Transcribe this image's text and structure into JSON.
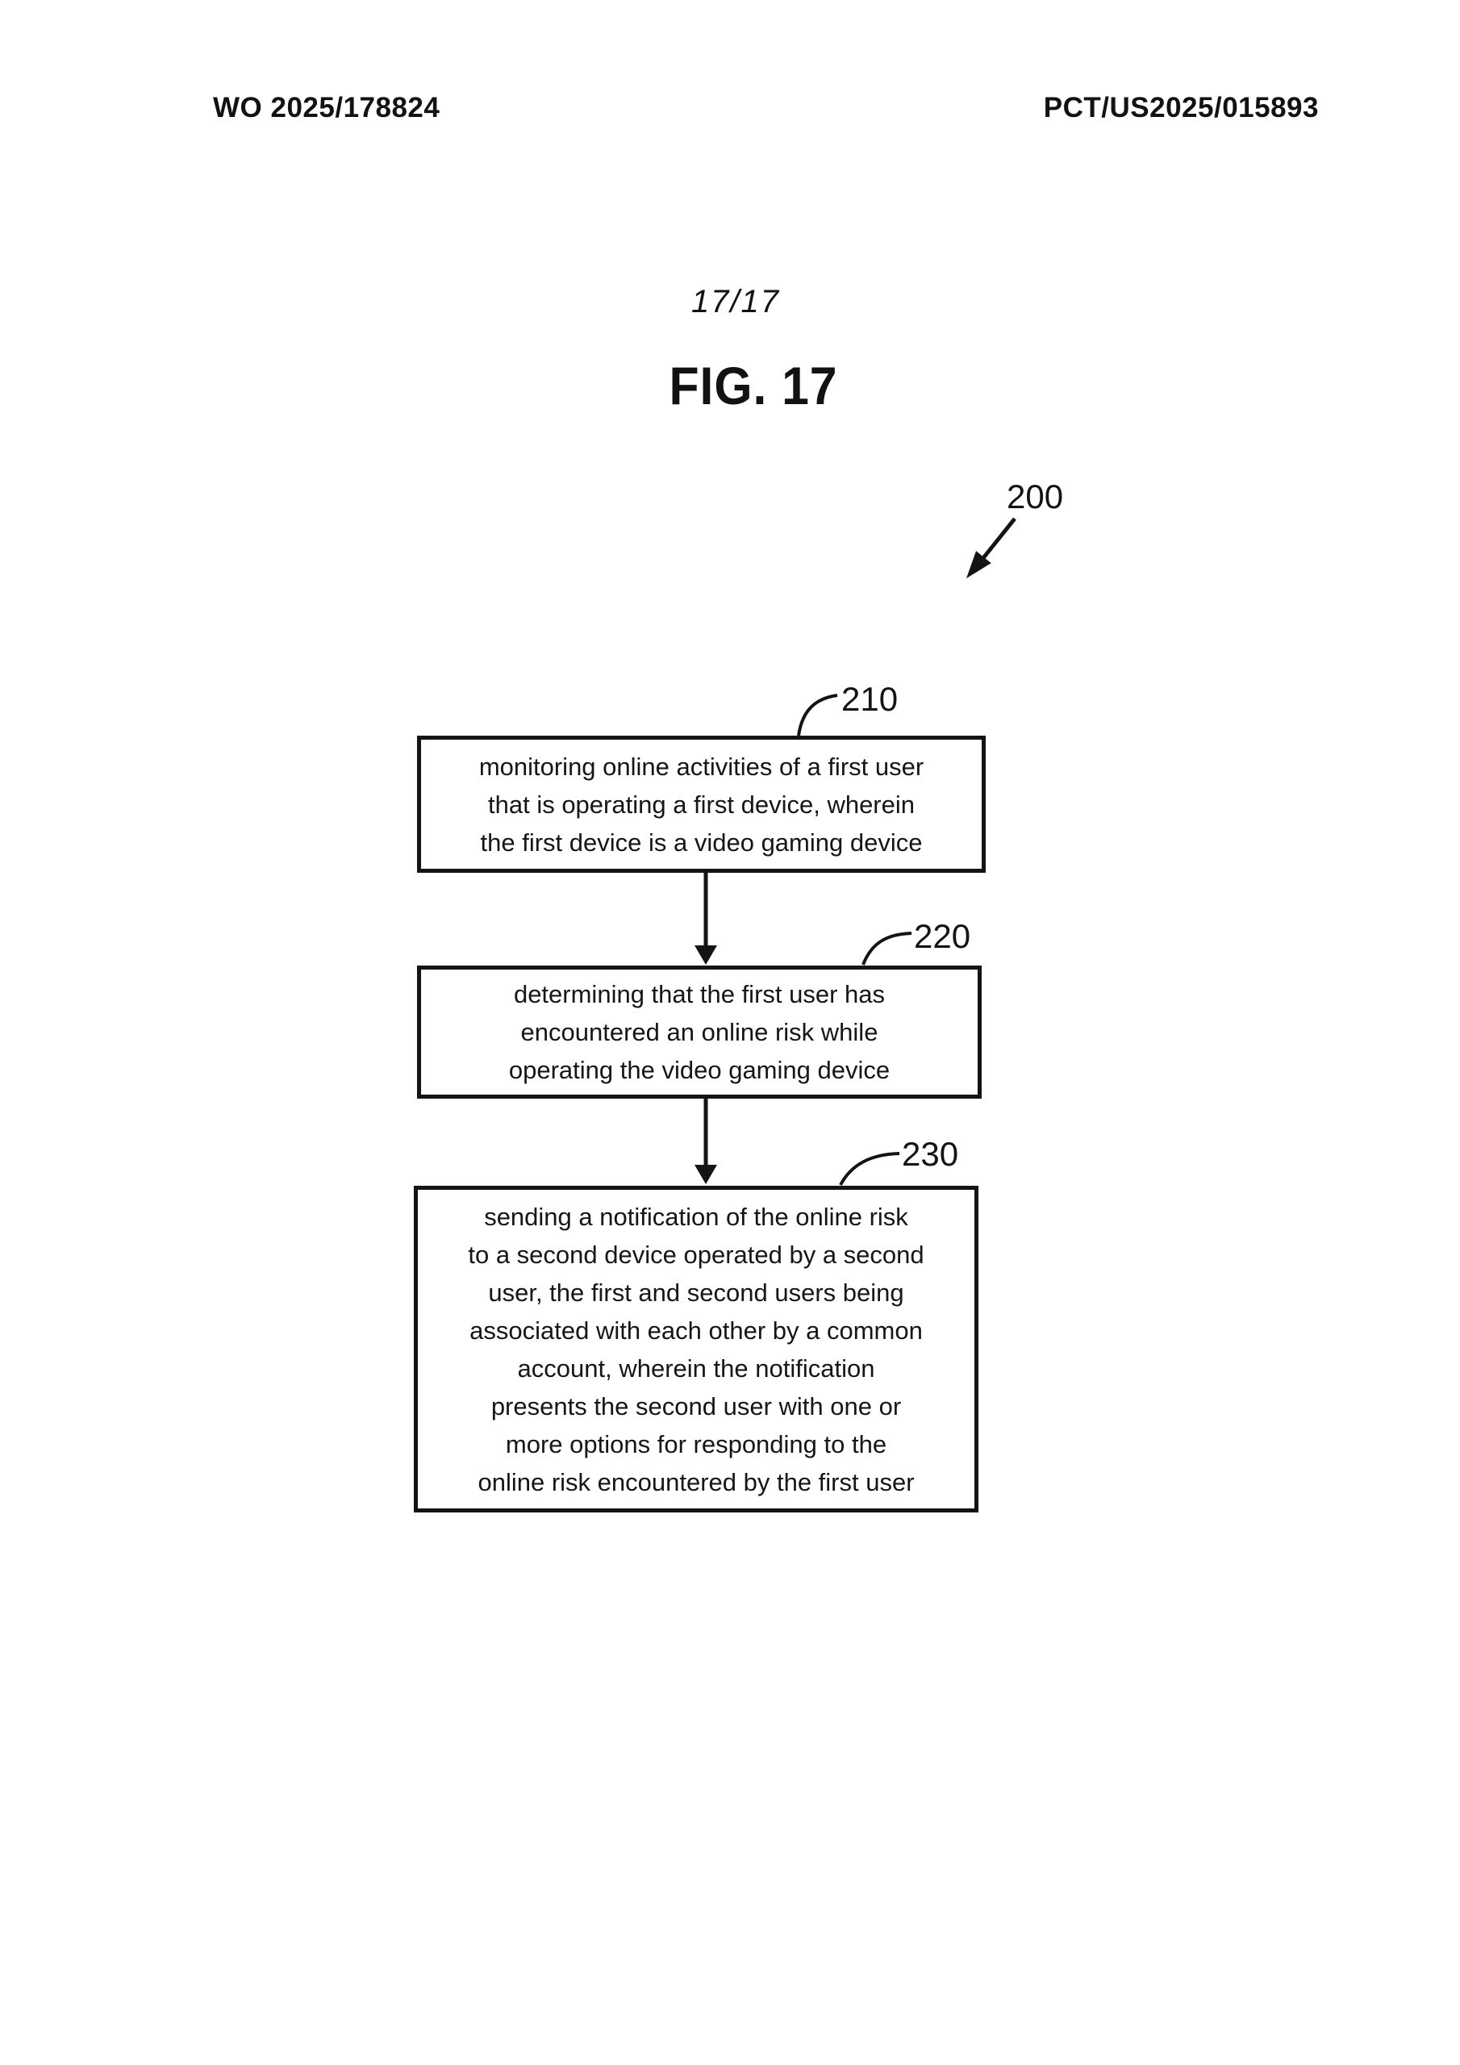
{
  "page": {
    "publication_number": "WO 2025/178824",
    "application_number": "PCT/US2025/015893",
    "sheet_number": "17/17",
    "figure_title": "FIG. 17"
  },
  "diagram": {
    "figure_reference": "200",
    "steps": [
      {
        "ref": "210",
        "lines": [
          "monitoring online activities of a first user",
          "that is operating a first device, wherein",
          "the first device is a video gaming device"
        ]
      },
      {
        "ref": "220",
        "lines": [
          "determining that the first user has",
          "encountered an online risk while",
          "operating the video gaming device"
        ]
      },
      {
        "ref": "230",
        "lines": [
          "sending a notification of the online risk",
          "to a second device operated by a second",
          "user, the first and second users being",
          "associated with each other by a common",
          "account, wherein the notification",
          "presents the second user with one or",
          "more options for responding to the",
          "online risk encountered by the first user"
        ]
      }
    ]
  }
}
